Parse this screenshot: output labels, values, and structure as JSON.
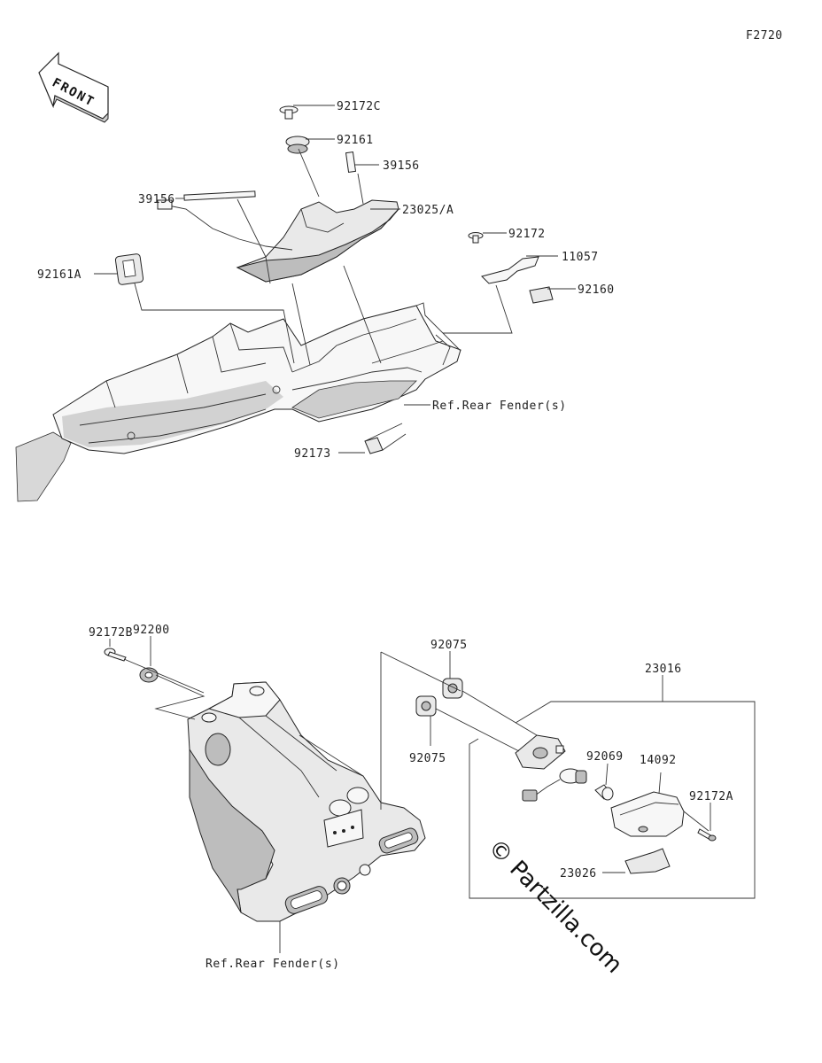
{
  "diagram_id": "F2720",
  "front_arrow_label": "FRONT",
  "watermark": "© Partzilla.com",
  "upper_labels": {
    "p92172C": "92172C",
    "p92161": "92161",
    "p39156_right": "39156",
    "p39156_left": "39156",
    "p23025A": "23025/A",
    "p92172": "92172",
    "p11057": "11057",
    "p92160": "92160",
    "p92161A": "92161A",
    "ref_rear_fender_upper": "Ref.Rear Fender(s)",
    "p92173": "92173"
  },
  "lower_labels": {
    "p92172B": "92172B",
    "p92200": "92200",
    "p92075_top": "92075",
    "p92075_bottom": "92075",
    "p23016": "23016",
    "p92069": "92069",
    "p14092": "14092",
    "p92172A": "92172A",
    "p23026": "23026",
    "ref_rear_fender_lower": "Ref.Rear Fender(s)"
  }
}
